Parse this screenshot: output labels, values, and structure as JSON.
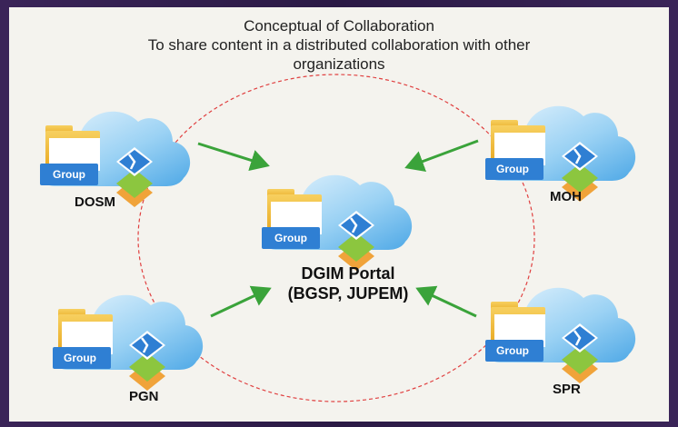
{
  "title": {
    "line1": "Conceptual of Collaboration",
    "line2": "To share content in a distributed collaboration with other",
    "line3": "organizations"
  },
  "center": {
    "label_line1": "DGIM Portal",
    "label_line2": "(BGSP, JUPEM)",
    "group_label": "Group"
  },
  "nodes": [
    {
      "id": "dosm",
      "label": "DOSM",
      "group_label": "Group"
    },
    {
      "id": "moh",
      "label": "MOH",
      "group_label": "Group"
    },
    {
      "id": "pgn",
      "label": "PGN",
      "group_label": "Group"
    },
    {
      "id": "spr",
      "label": "SPR",
      "group_label": "Group"
    }
  ],
  "colors": {
    "background_frame": "#2b1a45",
    "panel": "#f4f3ee",
    "arrow": "#3aa33a",
    "circle": "#e04040",
    "cloud": "#5bb6ec",
    "folder": "#f5c33b",
    "group_tag": "#2f7fd3"
  }
}
